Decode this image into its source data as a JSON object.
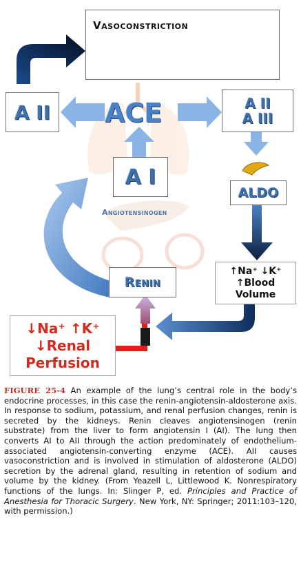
{
  "diagram": {
    "vasoconstriction": "Vasoconstriction",
    "a2_left": "A II",
    "a2_right": "A II",
    "a3_right": "A III",
    "ace": "ACE",
    "a1": "A I",
    "angiotensinogen": "Angiotensinogen",
    "aldo": "ALDO",
    "renin": "Renin",
    "blood_line1": "↑Na⁺ ↓K⁺",
    "blood_line2": "↑Blood",
    "blood_line3": "Volume",
    "renal_line1": "↓Na⁺ ↑K⁺",
    "renal_line2": "↓Renal",
    "renal_line3": "Perfusion"
  },
  "caption": {
    "label": "FIGURE 25-4",
    "text_1": "An example of the lung’s central role in the body’s endocrine processes, in this case the renin-angiotensin-aldosterone axis. In response to sodium, potassium, and renal perfusion changes, renin is secreted by the kidneys. Renin cleaves angiotensinogen (renin substrate) from the liver to form angiotensin I (AI). The lung then converts AI to AII through the action predominately of endothelium-associated angiotensin-converting enzyme (ACE). AII causes vasoconstriction and is involved in stimulation of aldosterone (ALDO) secretion by the adrenal gland, resulting in retention of sodium and volume by the kidney. (From Yeazell L, Littlewood K. Nonrespiratory functions of the lungs. In: Slinger P, ed.",
    "text_italic": "Principles and Practice of Anesthesia for Thoracic Surgery",
    "text_2": ". New York, NY: Springer; 2011:103–120, with permission.)"
  },
  "colors": {
    "blue_label": "#3f6fa8",
    "red_label": "#d42a1f",
    "arrow_light": "#8ab4e6",
    "arrow_dark": "#0d2a55",
    "caption_label": "#c0302a"
  }
}
